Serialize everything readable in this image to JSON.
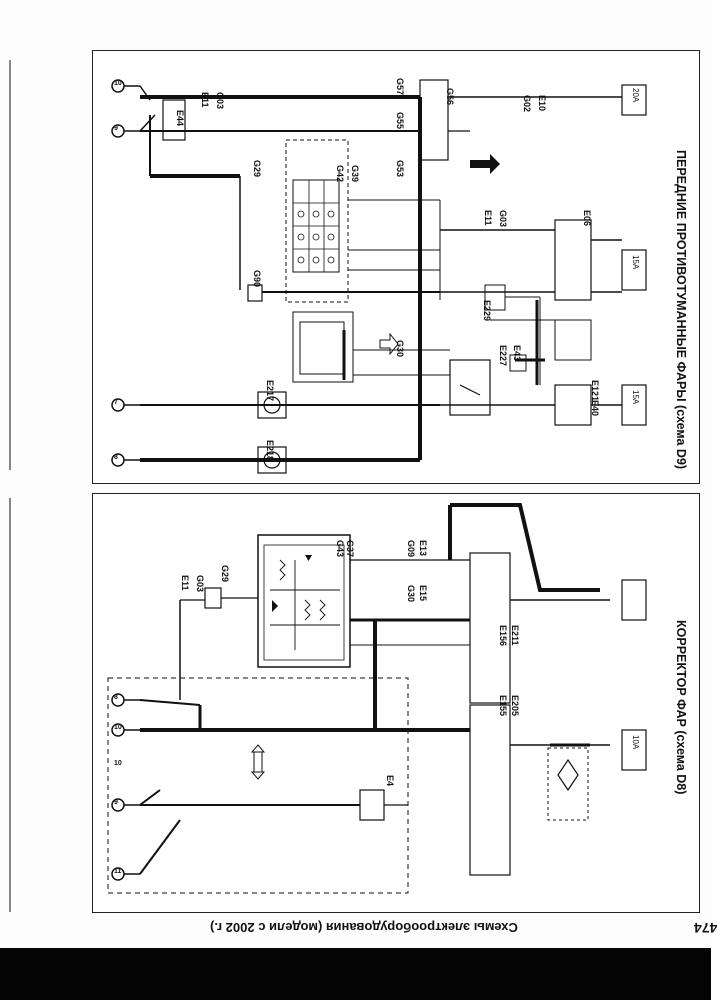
{
  "page": {
    "number": "474",
    "running_title": "Схемы электрооборудования (модели с 2002 г.)"
  },
  "diagram_top": {
    "title": "ПЕРЕДНИЕ ПРОТИВОТУМАННЫЕ ФАРЫ (схема D9)",
    "connector_codes": [
      "E10",
      "G02",
      "E06",
      "E11",
      "G03",
      "G56",
      "G53",
      "G55",
      "G57",
      "G29",
      "G90",
      "E43",
      "E227",
      "E229",
      "E121",
      "E40",
      "E217",
      "E218",
      "E44",
      "G39",
      "G42",
      "G30",
      "G03",
      "E11"
    ],
    "fuses": [
      "20A",
      "15A",
      "15A"
    ],
    "grounds": [
      "10",
      "9",
      "7",
      "8"
    ]
  },
  "diagram_bottom": {
    "title": "КОРРЕКТОР ФАР (схема D8)",
    "connector_codes": [
      "E13",
      "G09",
      "E15",
      "G30",
      "E156",
      "E211",
      "E155",
      "E205",
      "E4",
      "G29",
      "E11",
      "G03",
      "G37",
      "G43"
    ],
    "fuses": [
      "10A"
    ],
    "grounds": [
      "8",
      "10",
      "10",
      "9",
      "11"
    ]
  }
}
